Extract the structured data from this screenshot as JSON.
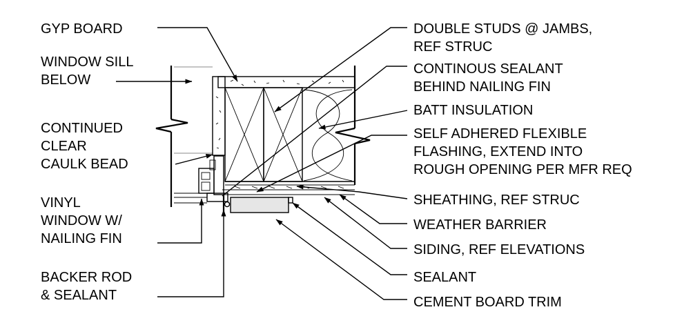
{
  "labels_left": [
    {
      "id": "gyp-board",
      "lines": [
        "GYP BOARD"
      ]
    },
    {
      "id": "window-sill-below",
      "lines": [
        "WINDOW SILL",
        "BELOW"
      ]
    },
    {
      "id": "continued-clear-caulk-bead",
      "lines": [
        "CONTINUED",
        "CLEAR",
        "CAULK BEAD"
      ]
    },
    {
      "id": "vinyl-window-nailing-fin",
      "lines": [
        "VINYL",
        "WINDOW W/",
        "NAILING FIN"
      ]
    },
    {
      "id": "backer-rod-sealant",
      "lines": [
        "BACKER ROD",
        "& SEALANT"
      ]
    }
  ],
  "labels_right": [
    {
      "id": "double-studs-jambs",
      "lines": [
        "DOUBLE STUDS @ JAMBS,",
        "REF STRUC"
      ]
    },
    {
      "id": "continuous-sealant",
      "lines": [
        "CONTINOUS SEALANT",
        "BEHIND NAILING FIN"
      ]
    },
    {
      "id": "batt-insulation",
      "lines": [
        "BATT INSULATION"
      ]
    },
    {
      "id": "self-adhered-flashing",
      "lines": [
        "SELF ADHERED FLEXIBLE",
        "FLASHING, EXTEND INTO",
        "ROUGH OPENING PER MFR REQ"
      ]
    },
    {
      "id": "sheathing",
      "lines": [
        "SHEATHING, REF STRUC"
      ]
    },
    {
      "id": "weather-barrier",
      "lines": [
        "WEATHER BARRIER"
      ]
    },
    {
      "id": "siding",
      "lines": [
        "SIDING, REF ELEVATIONS"
      ]
    },
    {
      "id": "sealant",
      "lines": [
        "SEALANT"
      ]
    },
    {
      "id": "cement-board-trim",
      "lines": [
        "CEMENT BOARD TRIM"
      ]
    }
  ]
}
